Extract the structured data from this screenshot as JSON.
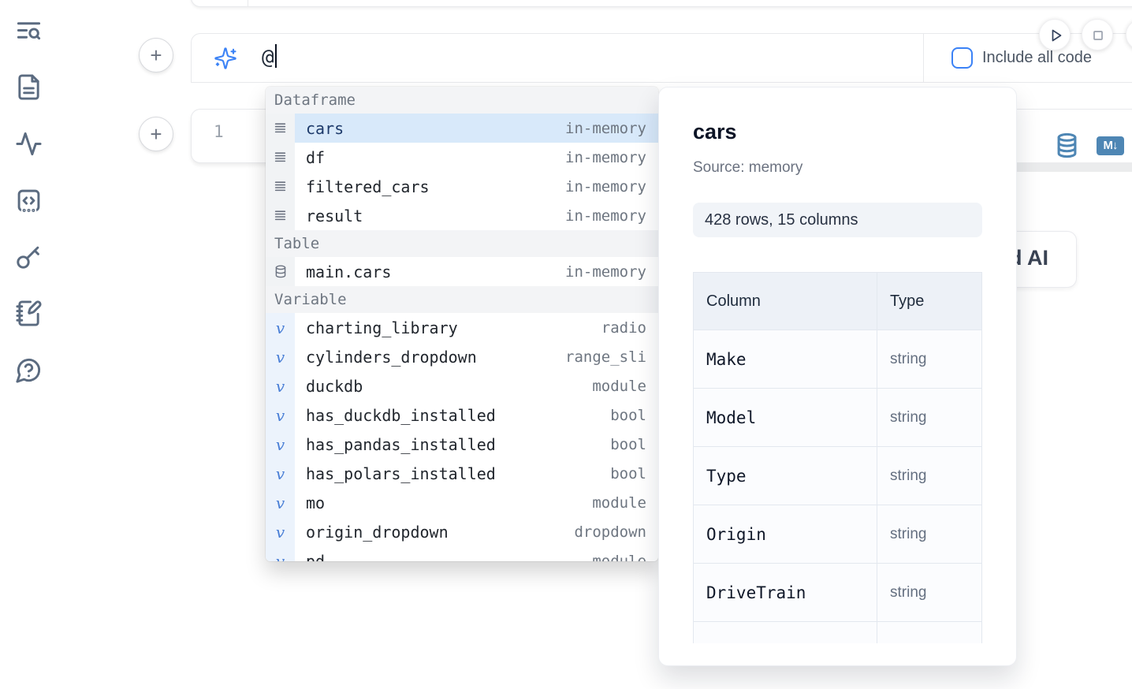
{
  "sidebar": {
    "icons": [
      "list-search-icon",
      "file-text-icon",
      "activity-icon",
      "code-block-icon",
      "key-icon",
      "notebook-pen-icon",
      "help-chat-icon"
    ]
  },
  "toolbar": {
    "buttons": [
      {
        "name": "run-cell-button",
        "icon": "play-icon"
      },
      {
        "name": "interrupt-button",
        "icon": "stop-square-icon"
      },
      {
        "name": "edge-button",
        "icon": ""
      }
    ]
  },
  "add_cell": {
    "glyph": "+"
  },
  "prompt_bar": {
    "ai_icon": "sparkles-icon",
    "value": "@",
    "include_all_code": {
      "label": "Include all code",
      "checked": false
    }
  },
  "cell": {
    "line_number": "1",
    "markdown_badge": "M↓",
    "action_icons": [
      "database-icon",
      "markdown-export-icon"
    ]
  },
  "ai_button": {
    "visible_label": "d AI"
  },
  "autocomplete": {
    "sections": [
      {
        "label": "Dataframe",
        "kind": "dataframe",
        "items": [
          {
            "name": "cars",
            "type": "in-memory",
            "icon": "dataframe-icon",
            "selected": true
          },
          {
            "name": "df",
            "type": "in-memory",
            "icon": "dataframe-icon"
          },
          {
            "name": "filtered_cars",
            "type": "in-memory",
            "icon": "dataframe-icon"
          },
          {
            "name": "result",
            "type": "in-memory",
            "icon": "dataframe-icon"
          }
        ]
      },
      {
        "label": "Table",
        "kind": "table",
        "items": [
          {
            "name": "main.cars",
            "type": "in-memory",
            "icon": "database-small-icon"
          }
        ]
      },
      {
        "label": "Variable",
        "kind": "variable",
        "items": [
          {
            "name": "charting_library",
            "type": "radio",
            "icon": "variable-icon"
          },
          {
            "name": "cylinders_dropdown",
            "type": "range_sli",
            "icon": "variable-icon"
          },
          {
            "name": "duckdb",
            "type": "module",
            "icon": "variable-icon"
          },
          {
            "name": "has_duckdb_installed",
            "type": "bool",
            "icon": "variable-icon"
          },
          {
            "name": "has_pandas_installed",
            "type": "bool",
            "icon": "variable-icon"
          },
          {
            "name": "has_polars_installed",
            "type": "bool",
            "icon": "variable-icon"
          },
          {
            "name": "mo",
            "type": "module",
            "icon": "variable-icon"
          },
          {
            "name": "origin_dropdown",
            "type": "dropdown",
            "icon": "variable-icon"
          },
          {
            "name": "pd",
            "type": "module",
            "icon": "variable-icon",
            "clipped": true
          }
        ]
      }
    ]
  },
  "preview": {
    "title": "cars",
    "source": "Source: memory",
    "shape": "428 rows, 15 columns",
    "table": {
      "headers": [
        "Column",
        "Type"
      ],
      "rows": [
        [
          "Make",
          "string"
        ],
        [
          "Model",
          "string"
        ],
        [
          "Type",
          "string"
        ],
        [
          "Origin",
          "string"
        ],
        [
          "DriveTrain",
          "string"
        ],
        [
          "",
          ""
        ]
      ]
    }
  },
  "colors": {
    "accent_blue": "#3b82f6",
    "selection_bg": "#d8e9fa",
    "variable_blue": "#4a7fd6",
    "steel_blue": "#4e86b4",
    "section_header_bg": "#f3f4f6",
    "muted_text": "#6e7681",
    "dark_text": "#21262d",
    "table_header_bg": "#edf1f7",
    "badge_bg": "#f1f4f8"
  }
}
